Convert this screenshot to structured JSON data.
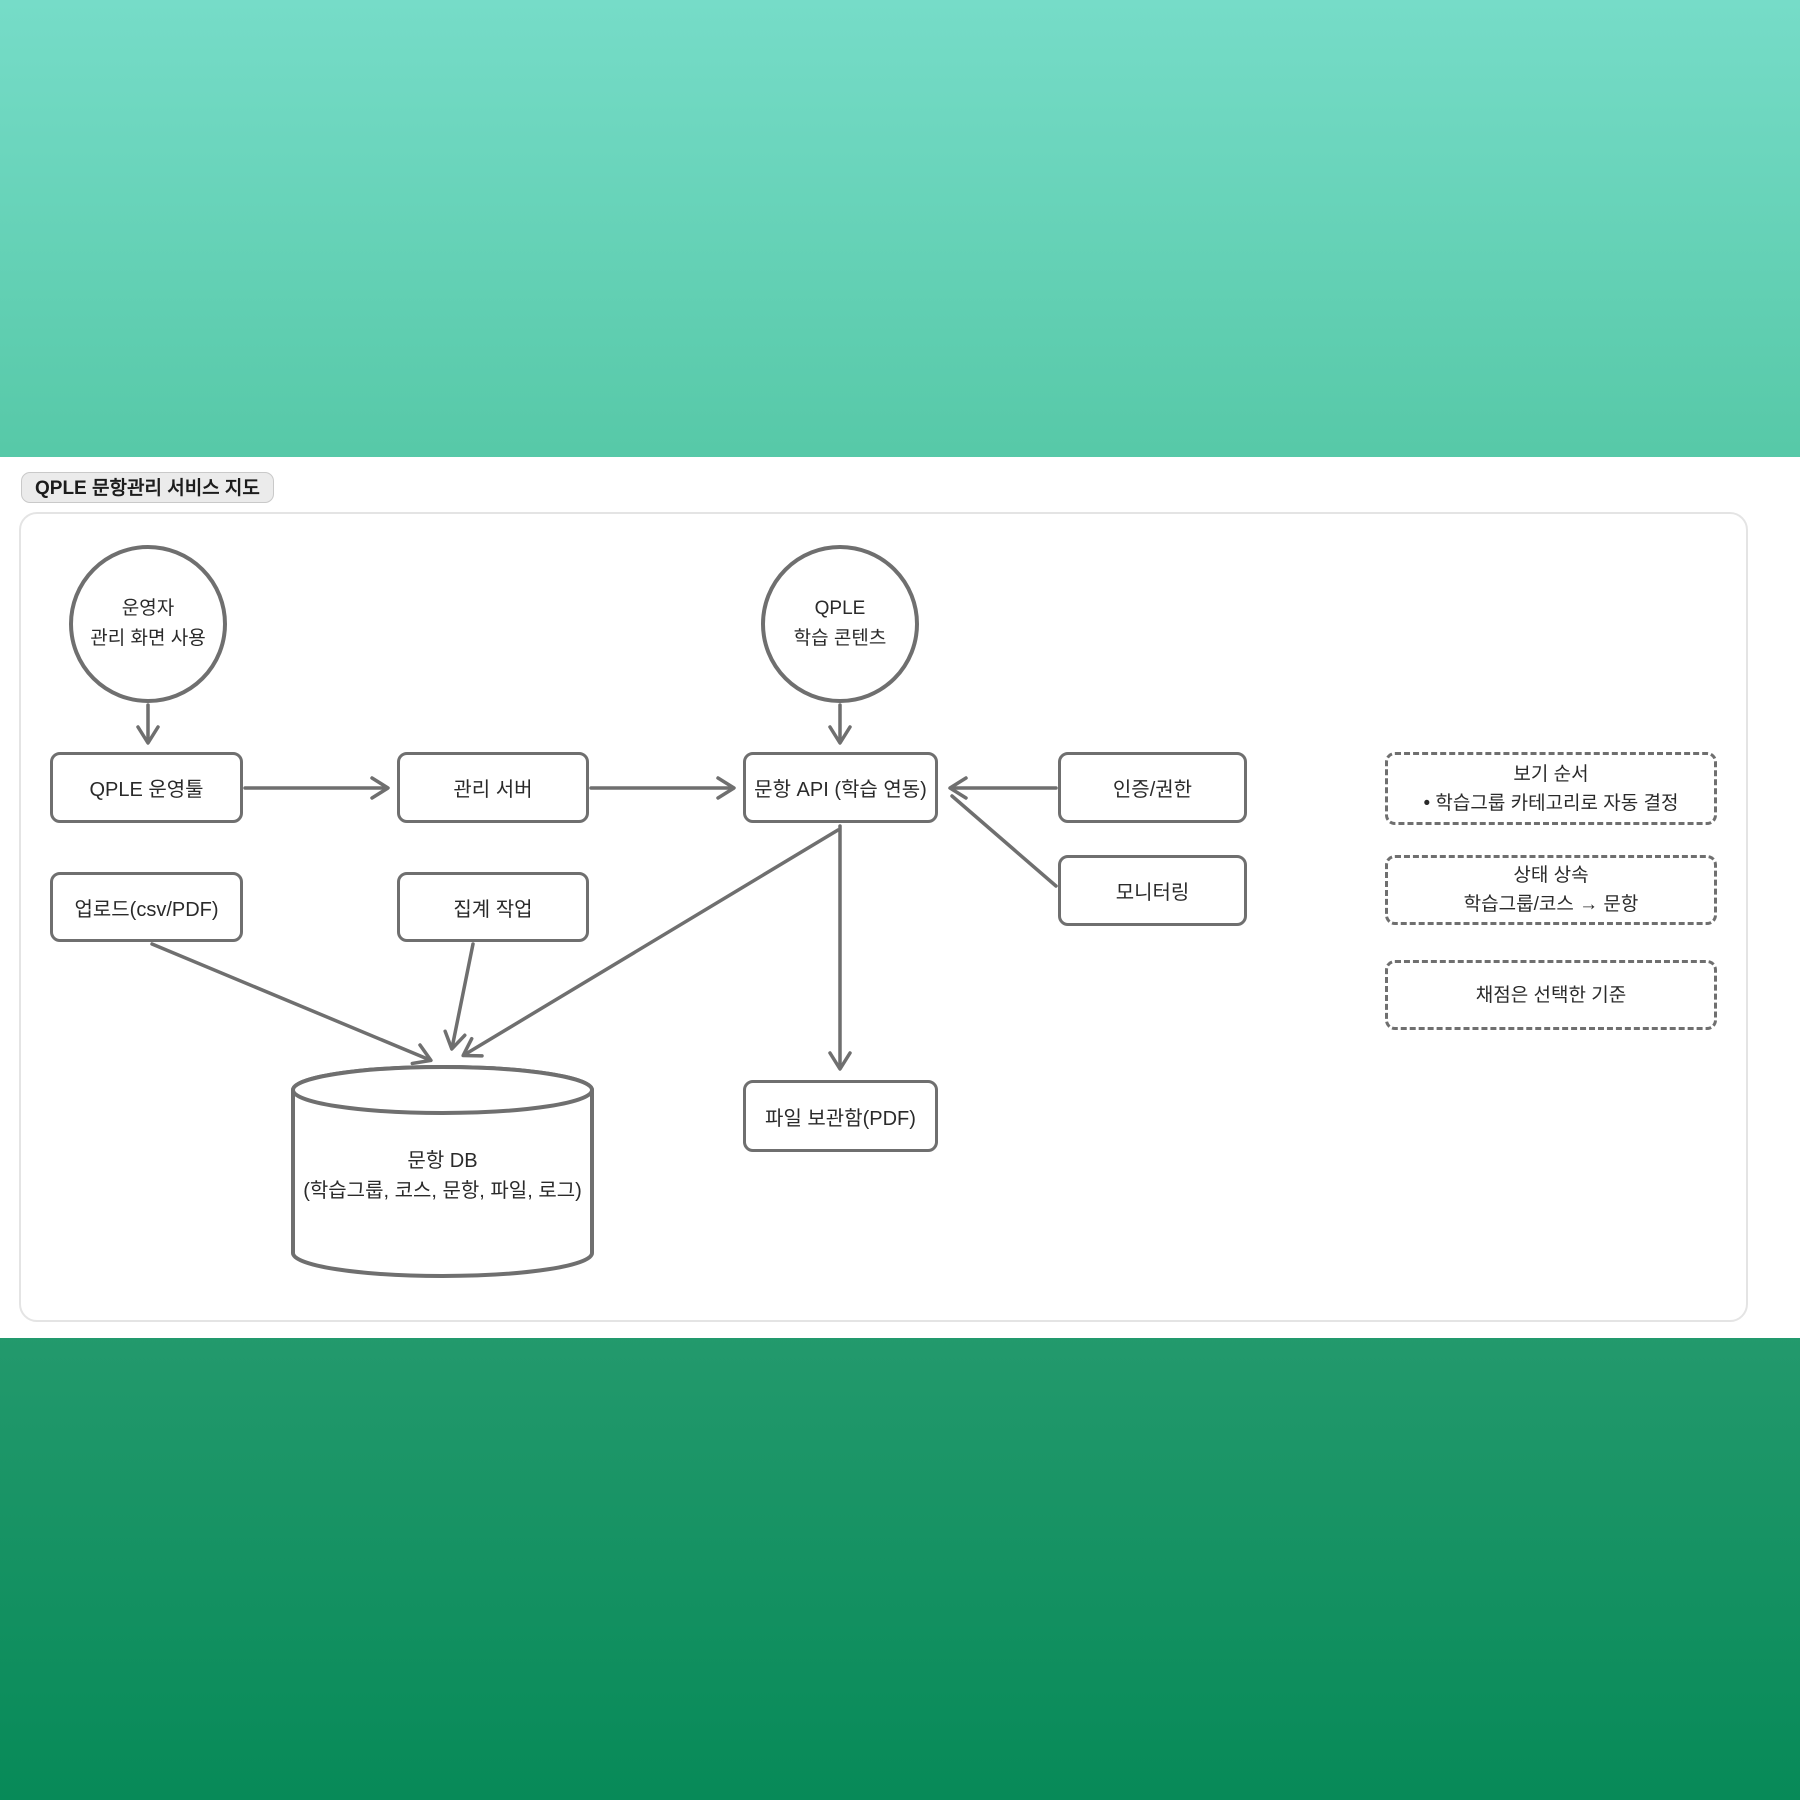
{
  "page": {
    "title_badge": "QPLE 문항관리 서비스 지도"
  },
  "colors": {
    "background_top": "#76dcc8",
    "background_bottom": "#078a58",
    "panel": "#ffffff",
    "shape_stroke": "#6f6f6f",
    "badge_bg": "#ebebeb",
    "text": "#2a2a2a"
  },
  "diagram": {
    "actors": [
      {
        "id": "operator",
        "line1": "운영자",
        "line2": "관리 화면 사용"
      },
      {
        "id": "qple-content",
        "line1": "QPLE",
        "line2": "학습 콘텐츠"
      }
    ],
    "nodes": {
      "ops_tool": "QPLE 운영툴",
      "admin_server": "관리 서버",
      "question_api": "문항 API (학습 연동)",
      "auth": "인증/권한",
      "monitoring": "모니터링",
      "upload": "업로드(csv/PDF)",
      "aggregation": "집계 작업",
      "file_storage": "파일 보관함(PDF)",
      "db_line1": "문항 DB",
      "db_line2": "(학습그룹, 코스, 문항, 파일, 로그)"
    },
    "notes": [
      {
        "line1": "보기 순서",
        "line2": "• 학습그룹 카테고리로 자동 결정"
      },
      {
        "line1": "상태 상속",
        "line2": "학습그룹/코스 → 문항"
      },
      {
        "line1": "채점은 선택한 기준"
      }
    ]
  }
}
